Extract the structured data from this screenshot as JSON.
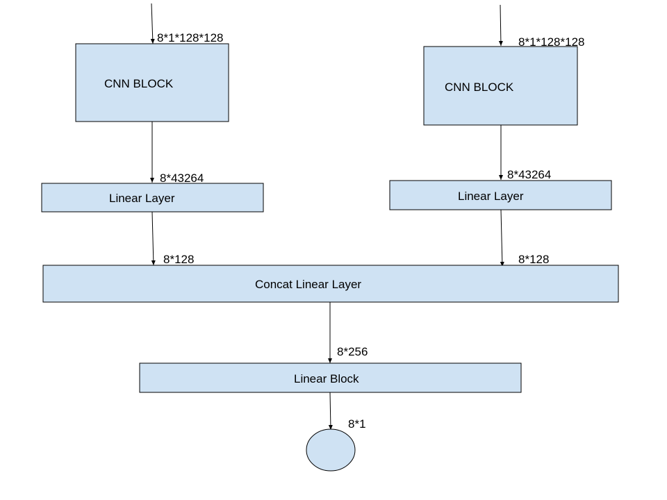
{
  "diagram": {
    "left_cnn_block": "CNN BLOCK",
    "right_cnn_block": "CNN BLOCK",
    "left_linear_layer": "Linear Layer",
    "right_linear_layer": "Linear Layer",
    "concat_linear_layer": "Concat Linear Layer",
    "linear_block": "Linear Block",
    "edges": {
      "left_input_shape": "8*1*128*128",
      "right_input_shape": "8*1*128*128",
      "left_cnn_out_shape": "8*43264",
      "right_cnn_out_shape": "8*43264",
      "left_linear_out_shape": "8*128",
      "right_linear_out_shape": "8*128",
      "concat_out_shape": "8*256",
      "output_shape": "8*1"
    }
  }
}
